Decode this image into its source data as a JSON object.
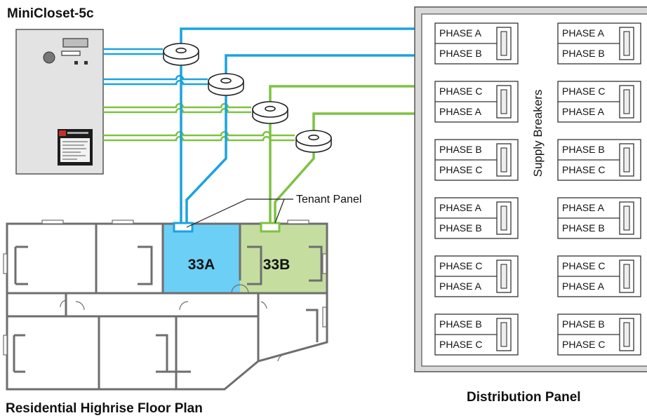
{
  "titles": {
    "minicloset": "MiniCloset-5c",
    "floor_plan": "Residential Highrise Floor Plan",
    "distribution_panel": "Distribution Panel"
  },
  "labels": {
    "tenant_panel": "Tenant Panel",
    "supply_breakers": "Supply Breakers",
    "unit_a": "33A",
    "unit_b": "33B"
  },
  "colors": {
    "unit_a_fill": "#6ccff6",
    "unit_b_fill": "#c5dea0",
    "line_a": "#1aa3e0",
    "line_b": "#7dc242",
    "panel_bg": "#d9d9d9"
  },
  "breakers": [
    {
      "left": [
        "PHASE A",
        "PHASE B"
      ],
      "right": [
        "PHASE A",
        "PHASE B"
      ]
    },
    {
      "left": [
        "PHASE C",
        "PHASE A"
      ],
      "right": [
        "PHASE C",
        "PHASE A"
      ]
    },
    {
      "left": [
        "PHASE B",
        "PHASE C"
      ],
      "right": [
        "PHASE B",
        "PHASE C"
      ]
    },
    {
      "left": [
        "PHASE A",
        "PHASE B"
      ],
      "right": [
        "PHASE A",
        "PHASE B"
      ]
    },
    {
      "left": [
        "PHASE C",
        "PHASE A"
      ],
      "right": [
        "PHASE C",
        "PHASE A"
      ]
    },
    {
      "left": [
        "PHASE B",
        "PHASE C"
      ],
      "right": [
        "PHASE B",
        "PHASE C"
      ]
    }
  ]
}
